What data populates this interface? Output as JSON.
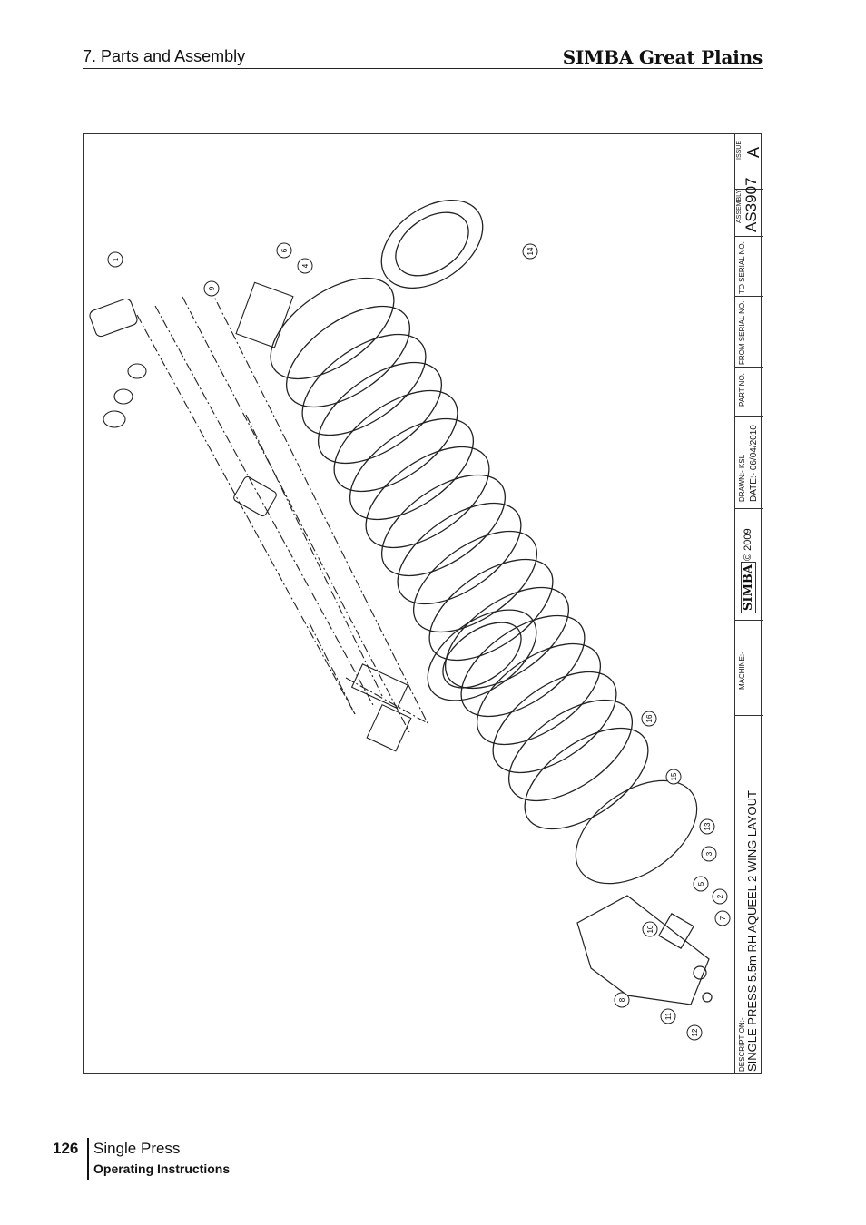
{
  "header": {
    "section": "7. Parts and Assembly",
    "brand": "SIMBA Great Plains"
  },
  "drawing": {
    "callouts": [
      "1",
      "2",
      "3",
      "4",
      "5",
      "6",
      "7",
      "8",
      "9",
      "10",
      "11",
      "12",
      "13",
      "14",
      "15",
      "16"
    ],
    "title_block": {
      "description_label": "DESCRIPTION:-",
      "description": "SINGLE PRESS 5.5m RH AQUEEL 2 WING LAYOUT",
      "machine_label": "MACHINE:-",
      "logo_text": "SIMBA",
      "copyright": "© 2009",
      "drawn": "DRAWN:- KSL",
      "date": "DATE:- 06/04/2010",
      "part_no_label": "PART NO.",
      "from_serial_label": "FROM SERIAL NO.",
      "to_serial_label": "TO SERIAL NO.",
      "assembly_label": "ASSEMBLY",
      "assembly": "AS3907",
      "issue_label": "ISSUE",
      "issue": "A"
    }
  },
  "footer": {
    "page_number": "126",
    "title": "Single Press",
    "subtitle": "Operating Instructions"
  }
}
